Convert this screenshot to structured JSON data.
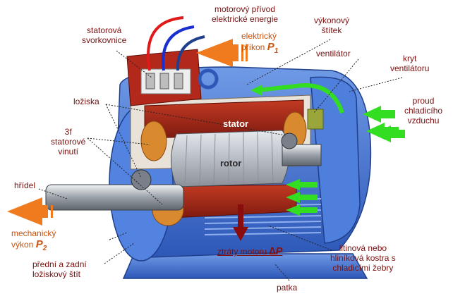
{
  "labels": {
    "terminal_box": [
      "statorová",
      "svorkovnice"
    ],
    "supply": [
      "motorový přívod",
      "elektrické energie"
    ],
    "nameplate": [
      "výkonový",
      "štítek"
    ],
    "input_power": {
      "line1": "elektrický",
      "line2": "příkon",
      "symbol": "P",
      "sub": "1"
    },
    "fan": "ventilátor",
    "fan_cover": [
      "kryt",
      "ventilátoru"
    ],
    "cooling_air": [
      "proud",
      "chladicího",
      "vzduchu"
    ],
    "bearings": "ložiska",
    "winding": [
      "3f",
      "statorové",
      "vinutí"
    ],
    "shaft": "hřídel",
    "output_power": {
      "line1": "mechanický",
      "line2": "výkon",
      "symbol": "P",
      "sub": "2"
    },
    "end_shields": [
      "přední a zadní",
      "ložiskový štít"
    ],
    "losses": {
      "text": "ztráty motoru",
      "symbol": "∆P"
    },
    "frame": [
      "litinová nebo",
      "hliníková kostra s",
      "chladicími žebry"
    ],
    "foot": "patka",
    "stator": "stator",
    "rotor": "rotor"
  },
  "colors": {
    "label_text": "#7a1010",
    "power_text": "#c8520e",
    "frame_blue": "#3f6fd0",
    "stator_red": "#b0281a",
    "rotor_grey": "#c9cdd3",
    "arrow_orange": "#f07a1e",
    "air_green": "#33dd22",
    "loss_red": "#8a0d0d"
  }
}
